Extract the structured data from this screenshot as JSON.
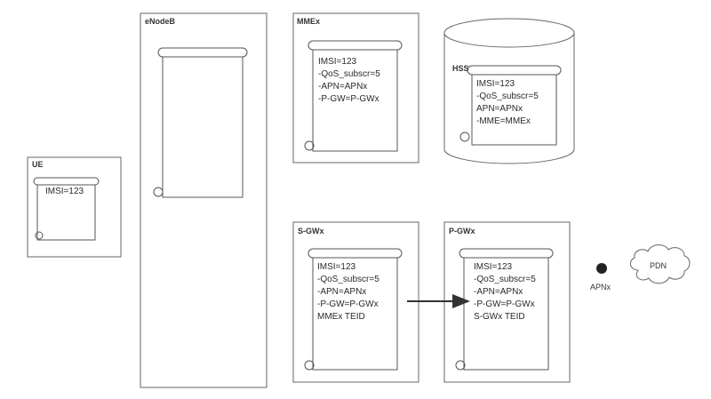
{
  "nodes": {
    "ue": {
      "label": "UE",
      "lines": [
        "IMSI=123"
      ]
    },
    "enodeb": {
      "label": "eNodeB",
      "lines": []
    },
    "mme": {
      "label": "MMEx",
      "lines": [
        "IMSI=123",
        "-QoS_subscr=5",
        "-APN=APNx",
        "-P-GW=P-GWx"
      ]
    },
    "hss": {
      "label": "HSS",
      "lines": [
        "IMSI=123",
        "-QoS_subscr=5",
        "APN=APNx",
        "-MME=MMEx"
      ]
    },
    "sgw": {
      "label": "S-GWx",
      "lines": [
        "IMSI=123",
        "-QoS_subscr=5",
        "-APN=APNx",
        "-P-GW=P-GWx",
        "MMEx TEID"
      ]
    },
    "pgw": {
      "label": "P-GWx",
      "lines": [
        "IMSI=123",
        "-QoS_subscr=5",
        "-APN=APNx",
        "-P-GW=P-GWx",
        "S-GWx TEID"
      ]
    }
  },
  "apn": {
    "label": "APNx"
  },
  "pdn": {
    "label": "PDN"
  },
  "colors": {
    "stroke": "#555555",
    "text": "#2a2a2a",
    "dot": "#222222"
  }
}
